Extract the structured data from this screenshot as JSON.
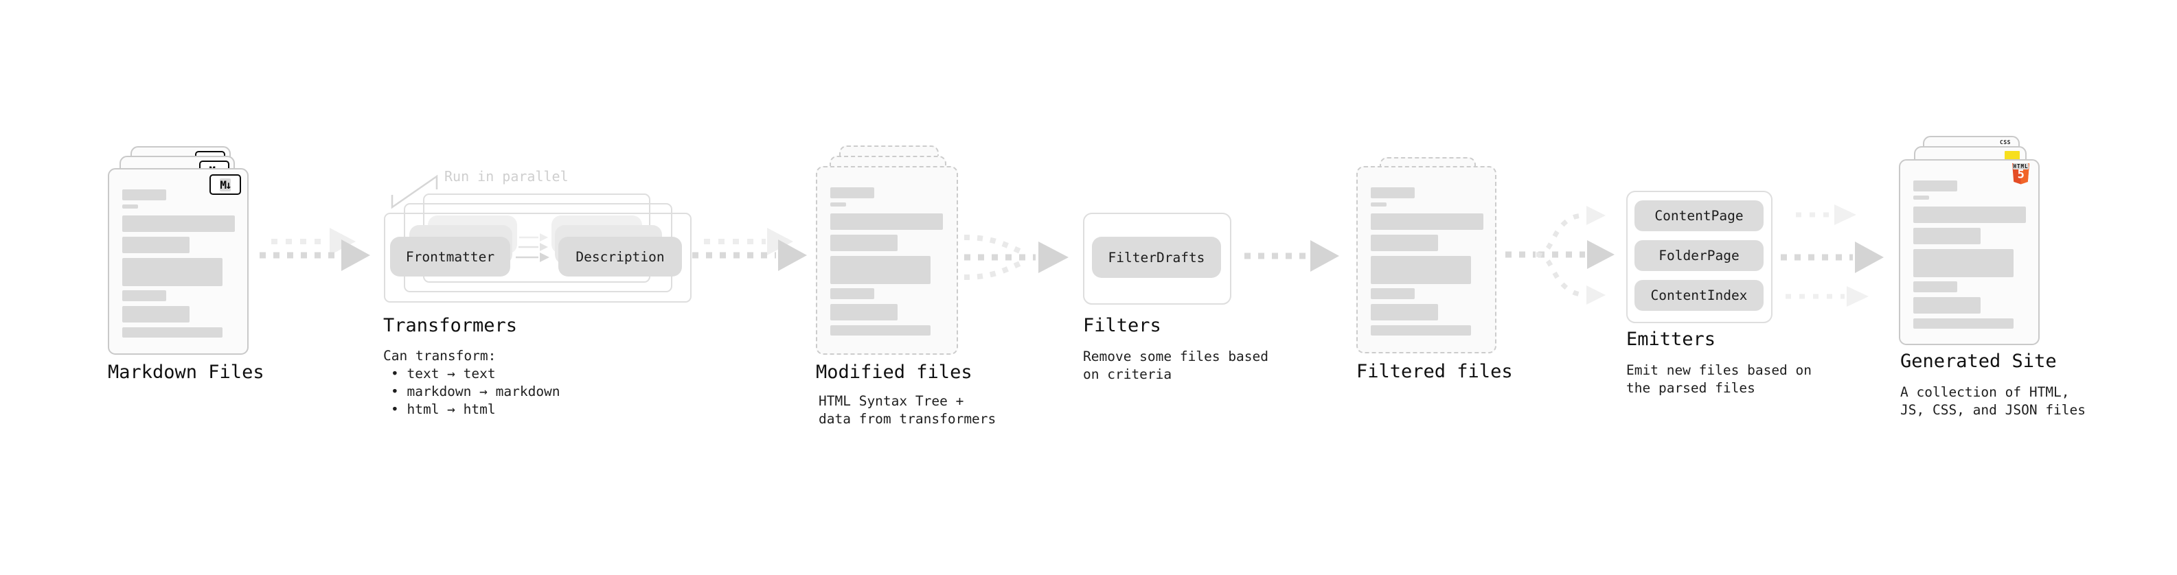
{
  "markdown": {
    "label": "Markdown Files",
    "badge": "M↓"
  },
  "transformers": {
    "annotation": "Run in parallel",
    "pill_left": "Frontmatter",
    "pill_right": "Description",
    "label": "Transformers",
    "desc": [
      "Can transform:",
      "• text → text",
      "• markdown → markdown",
      "• html → html"
    ]
  },
  "modified": {
    "label": "Modified files",
    "desc": [
      "HTML Syntax Tree +",
      "data from transformers"
    ]
  },
  "filters": {
    "pill": "FilterDrafts",
    "label": "Filters",
    "desc": [
      "Remove some files based",
      "on criteria"
    ]
  },
  "filtered": {
    "label": "Filtered files"
  },
  "emitters": {
    "pills": [
      "ContentPage",
      "FolderPage",
      "ContentIndex"
    ],
    "label": "Emitters",
    "desc": [
      "Emit new files based on",
      "the parsed files"
    ]
  },
  "generated": {
    "label": "Generated Site",
    "badges": {
      "css": "CSS",
      "html_word": "HTML",
      "html_number": "5"
    },
    "desc": [
      "A collection of HTML,",
      "JS, CSS, and JSON files"
    ]
  },
  "colors": {
    "html5_orange": "#e44d26",
    "html5_orange_light": "#f16529",
    "js_yellow": "#f7df1e",
    "css_blue": "#2862e9",
    "bar_gray": "#d9d9d9",
    "pill_gray": "#dcdcdc",
    "arrow_gray": "#d6d6d6",
    "arrow_light": "#eeeeee",
    "ink": "#111111"
  }
}
